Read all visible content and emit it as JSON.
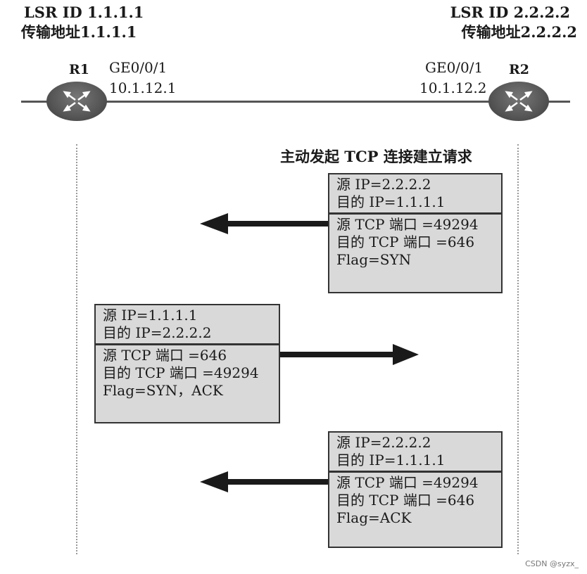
{
  "diagram": {
    "router1": {
      "lsr_id": "LSR ID 1.1.1.1",
      "transport_address": "传输地址1.1.1.1",
      "name": "R1",
      "interface": "GE0/0/1",
      "ip": "10.1.12.1"
    },
    "router2": {
      "lsr_id": "LSR ID 2.2.2.2",
      "transport_address": "传输地址2.2.2.2",
      "name": "R2",
      "interface": "GE0/0/1",
      "ip": "10.1.12.2"
    },
    "initiate_title": "主动发起 TCP 连接建立请求",
    "packets": [
      {
        "direction": "left",
        "ip_lines": [
          "源 IP=2.2.2.2",
          "目的 IP=1.1.1.1"
        ],
        "tcp_lines": [
          "源 TCP 端口 =49294",
          "目的 TCP 端口 =646",
          "Flag=SYN"
        ]
      },
      {
        "direction": "right",
        "ip_lines": [
          "源 IP=1.1.1.1",
          "目的 IP=2.2.2.2"
        ],
        "tcp_lines": [
          "源 TCP 端口 =646",
          "目的 TCP 端口 =49294",
          "Flag=SYN，ACK"
        ]
      },
      {
        "direction": "left",
        "ip_lines": [
          "源 IP=2.2.2.2",
          "目的 IP=1.1.1.1"
        ],
        "tcp_lines": [
          "源 TCP 端口 =49294",
          "目的 TCP 端口 =646",
          "Flag=ACK"
        ]
      }
    ],
    "watermark": "CSDN @syzx_"
  }
}
